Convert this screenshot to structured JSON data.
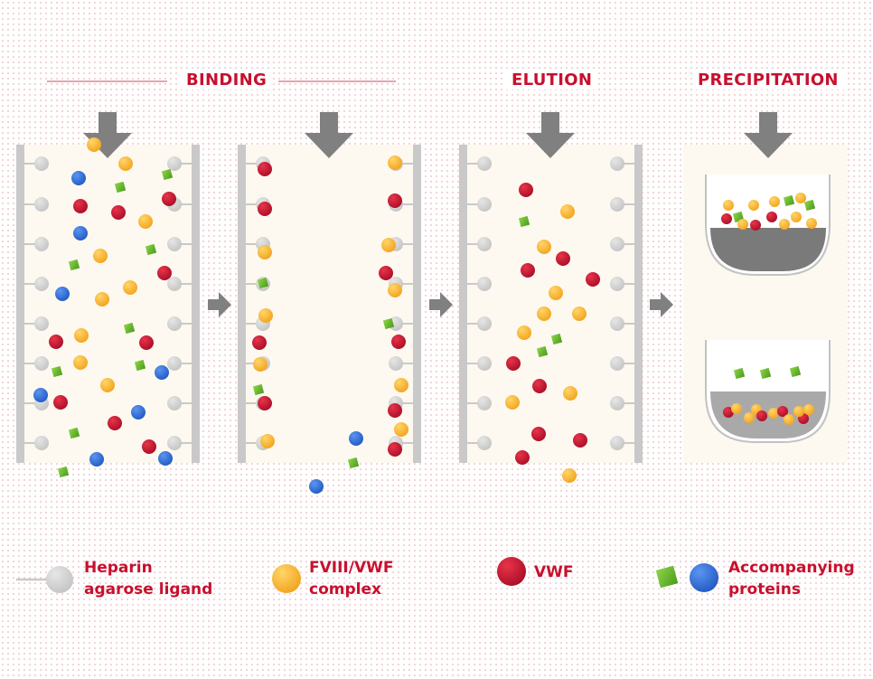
{
  "headers": {
    "binding": "BINDING",
    "elution": "ELUTION",
    "precipitation": "PRECIPITATION"
  },
  "legend": {
    "heparin": [
      "Heparin",
      "agarose ligand"
    ],
    "complex": [
      "FVIII/VWF",
      "complex"
    ],
    "vwf": [
      "VWF"
    ],
    "accompanying": [
      "Accompanying",
      "proteins"
    ]
  },
  "colors": {
    "red": "#c8102e",
    "complex_orange": "#f9b233",
    "vwf_red": "#c5102e",
    "protein_blue": "#2f6fd6",
    "protein_green": "#6bbf2b",
    "ligand_grey": "#d3d3d3",
    "arrow_grey": "#7f7f7f"
  },
  "icons": [
    "down-arrow-icon",
    "right-arrow-icon",
    "bead-icon",
    "ligand-icon",
    "beaker-icon"
  ]
}
